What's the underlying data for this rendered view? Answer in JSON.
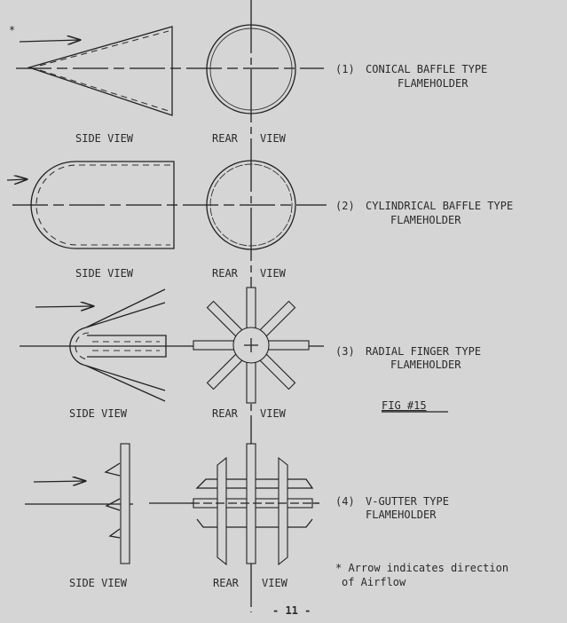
{
  "figure": {
    "title": "FIG #15",
    "page_number": "- 11 -",
    "footnote_marker": "*",
    "footnote_line1": "* Arrow indicates direction",
    "footnote_line2": "of Airflow"
  },
  "panels": [
    {
      "number": "(1)",
      "label_line1": "CONICAL BAFFLE TYPE",
      "label_line2": "FLAMEHOLDER",
      "side_view": "SIDE VIEW",
      "rear_left": "REAR",
      "rear_right": "VIEW"
    },
    {
      "number": "(2)",
      "label_line1": "CYLINDRICAL BAFFLE TYPE",
      "label_line2": "FLAMEHOLDER",
      "side_view": "SIDE VIEW",
      "rear_left": "REAR",
      "rear_right": "VIEW"
    },
    {
      "number": "(3)",
      "label_line1": "RADIAL FINGER TYPE",
      "label_line2": "FLAMEHOLDER",
      "side_view": "SIDE VIEW",
      "rear_left": "REAR",
      "rear_right": "VIEW"
    },
    {
      "number": "(4)",
      "label_line1": "V-GUTTER TYPE",
      "label_line2": "FLAMEHOLDER",
      "side_view": "SIDE VIEW",
      "rear_left": "REAR",
      "rear_right": "VIEW"
    }
  ]
}
